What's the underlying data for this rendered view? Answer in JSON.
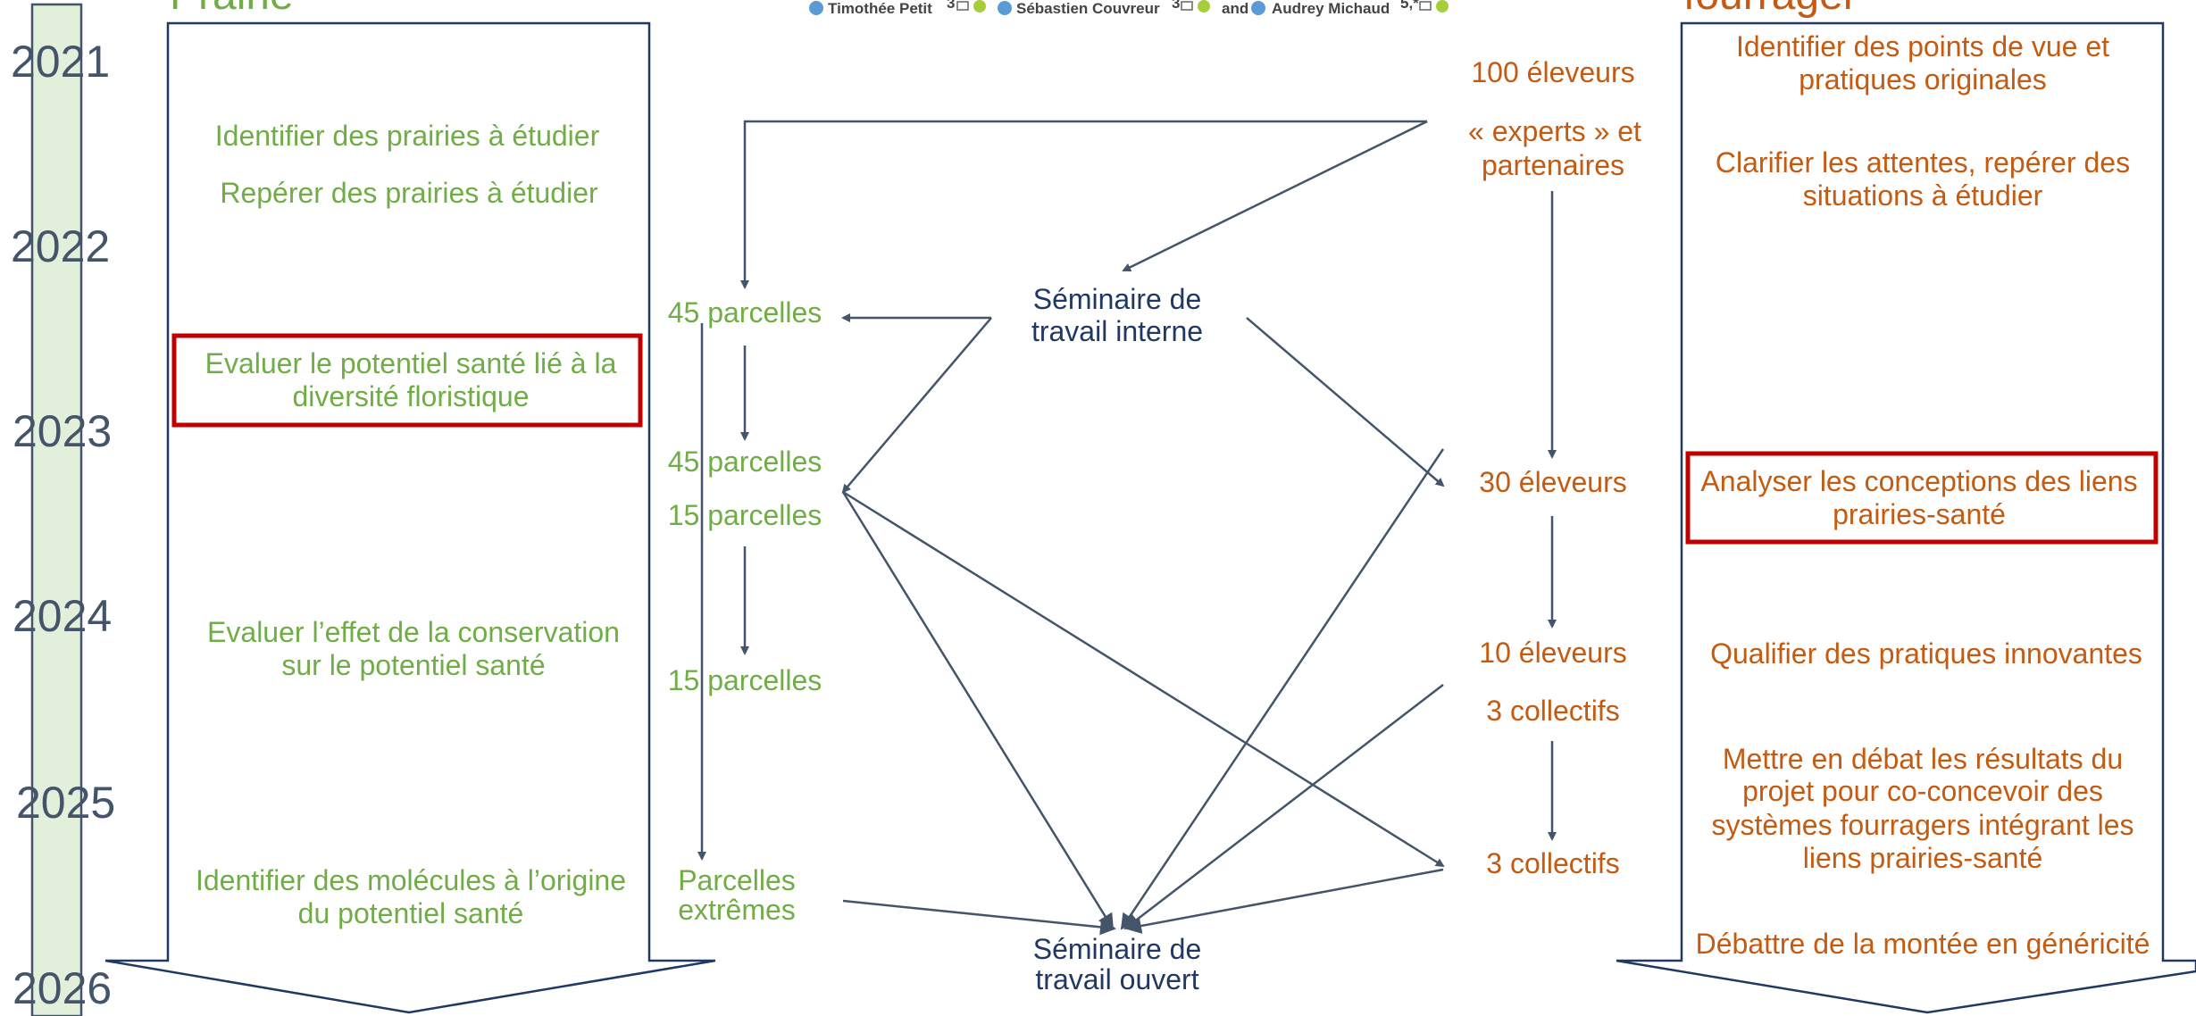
{
  "header": {
    "left_column_title": "Prairie",
    "right_column_title": "fourrager",
    "authors": {
      "author1": "Timothée Petit",
      "author1_sup": "3",
      "author2": "Sébastien Couvreur",
      "author2_sup": "3",
      "conj": "and",
      "author3": "Audrey Michaud",
      "author3_sup": "5,*"
    }
  },
  "years": [
    "2021",
    "2022",
    "2023",
    "2024",
    "2025",
    "2026"
  ],
  "prairie_objectives": [
    "Identifier des prairies à étudier",
    "Repérer des prairies à étudier",
    "Evaluer le potentiel santé lié à la",
    "diversité floristique",
    "Evaluer l’effet de la conservation",
    "sur le potentiel santé",
    "Identifier des molécules à l’origine",
    "du potentiel santé"
  ],
  "parcels": [
    "45 parcelles",
    "45 parcelles",
    "15 parcelles",
    "15 parcelles",
    "Parcelles",
    "extrêmes"
  ],
  "seminars": {
    "internal_line1": "Séminaire de",
    "internal_line2": "travail interne",
    "open_line1": "Séminaire de",
    "open_line2": "travail ouvert"
  },
  "farmers": [
    "100 éleveurs",
    "« experts » et",
    "partenaires",
    "30 éleveurs",
    "10 éleveurs",
    "3 collectifs",
    "3 collectifs"
  ],
  "fourrager_objectives": [
    "Identifier des points de vue et",
    "pratiques originales",
    "Clarifier les attentes, repérer des",
    "situations à étudier",
    "Analyser les conceptions des liens",
    "prairies-santé",
    "Qualifier des pratiques innovantes",
    "Mettre en débat les résultats du",
    "projet pour co-concevoir des",
    "systèmes fourragers intégrant les",
    "liens prairies-santé",
    "Débattre de la montée en généricité"
  ],
  "colors": {
    "prairie": "#70ad47",
    "fourrager": "#c55a11",
    "seminar": "#1f3864",
    "arrows": "#44546a",
    "highlight_box": "#c00000",
    "timeline_fill": "#e2efda"
  }
}
